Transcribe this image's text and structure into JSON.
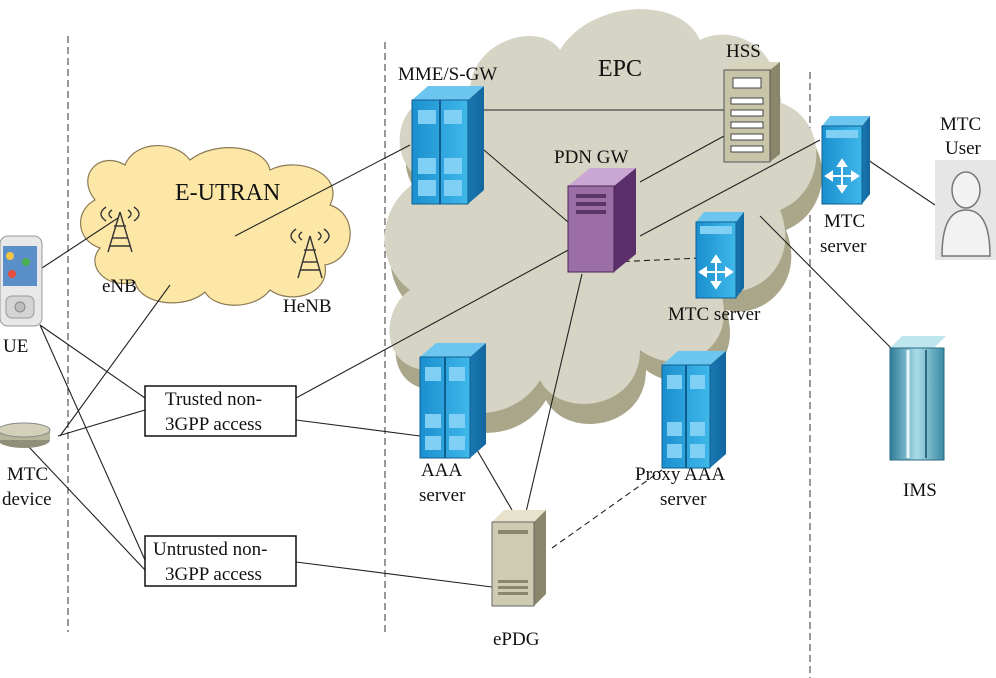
{
  "clouds": {
    "eutran": "E-UTRAN",
    "epc": "EPC"
  },
  "nodes": {
    "ue": "UE",
    "mtc_device": [
      "MTC",
      "device"
    ],
    "enb": "eNB",
    "henb": "HeNB",
    "mme": "MME/S-GW",
    "hss": "HSS",
    "pdn_gw": "PDN GW",
    "mtc_server_inner": "MTC server",
    "mtc_server_outer": [
      "MTC",
      "server"
    ],
    "mtc_user": [
      "MTC",
      "User"
    ],
    "aaa_server": [
      "AAA",
      "server"
    ],
    "proxy_aaa": [
      "Proxy AAA",
      "server"
    ],
    "epdg": "ePDG",
    "ims": "IMS",
    "trusted_access": [
      "Trusted non-",
      "3GPP access"
    ],
    "untrusted_access": [
      "Untrusted non-",
      "3GPP access"
    ]
  },
  "colors": {
    "cloud_epc": "#d6d4c4",
    "cloud_epc_shadow": "#aaa68a",
    "cloud_eutran": "#fde7a6",
    "server_blue": "#2aa6e0",
    "server_purple": "#9b6fa6",
    "ims_teal": "#3e8fa8"
  }
}
